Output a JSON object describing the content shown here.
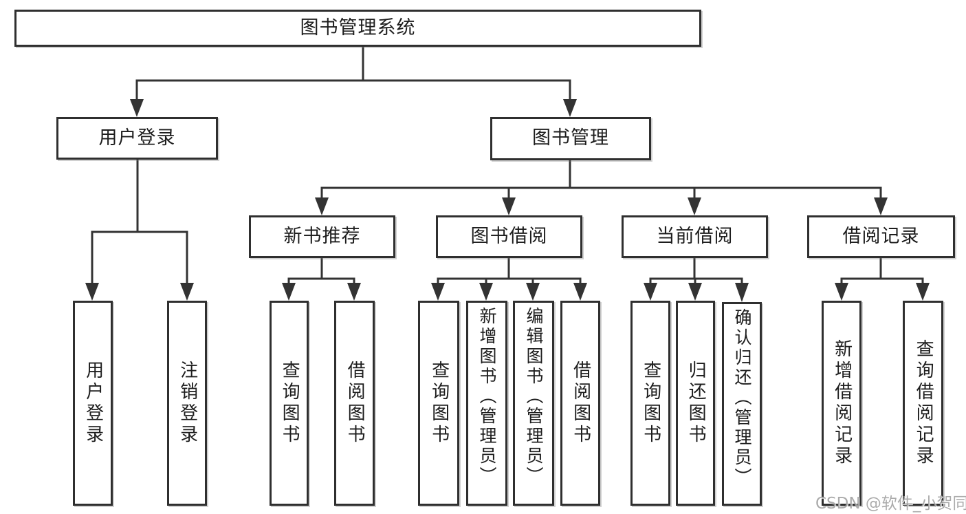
{
  "tree": {
    "root": {
      "label": "图书管理系统"
    },
    "branches": [
      {
        "label": "用户登录",
        "children": [
          {
            "label": "用户登录"
          },
          {
            "label": "注销登录"
          }
        ]
      },
      {
        "label": "图书管理",
        "children": [
          {
            "label": "新书推荐",
            "children": [
              {
                "label": "查询图书"
              },
              {
                "label": "借阅图书"
              }
            ]
          },
          {
            "label": "图书借阅",
            "children": [
              {
                "label": "查询图书"
              },
              {
                "label": "新增图书（管理员）"
              },
              {
                "label": "编辑图书（管理员）"
              },
              {
                "label": "借阅图书"
              }
            ]
          },
          {
            "label": "当前借阅",
            "children": [
              {
                "label": "查询图书"
              },
              {
                "label": "归还图书"
              },
              {
                "label": "确认归还（管理员）"
              }
            ]
          },
          {
            "label": "借阅记录",
            "children": [
              {
                "label": "新增借阅记录"
              },
              {
                "label": "查询借阅记录"
              }
            ]
          }
        ]
      }
    ]
  },
  "watermark": "CSDN @软件_小贺同学",
  "colors": {
    "line": "#333333",
    "box_border": "#2f2f2f",
    "text": "#1d1d1d",
    "watermark": "#a3a3a3",
    "background": "#ffffff"
  }
}
